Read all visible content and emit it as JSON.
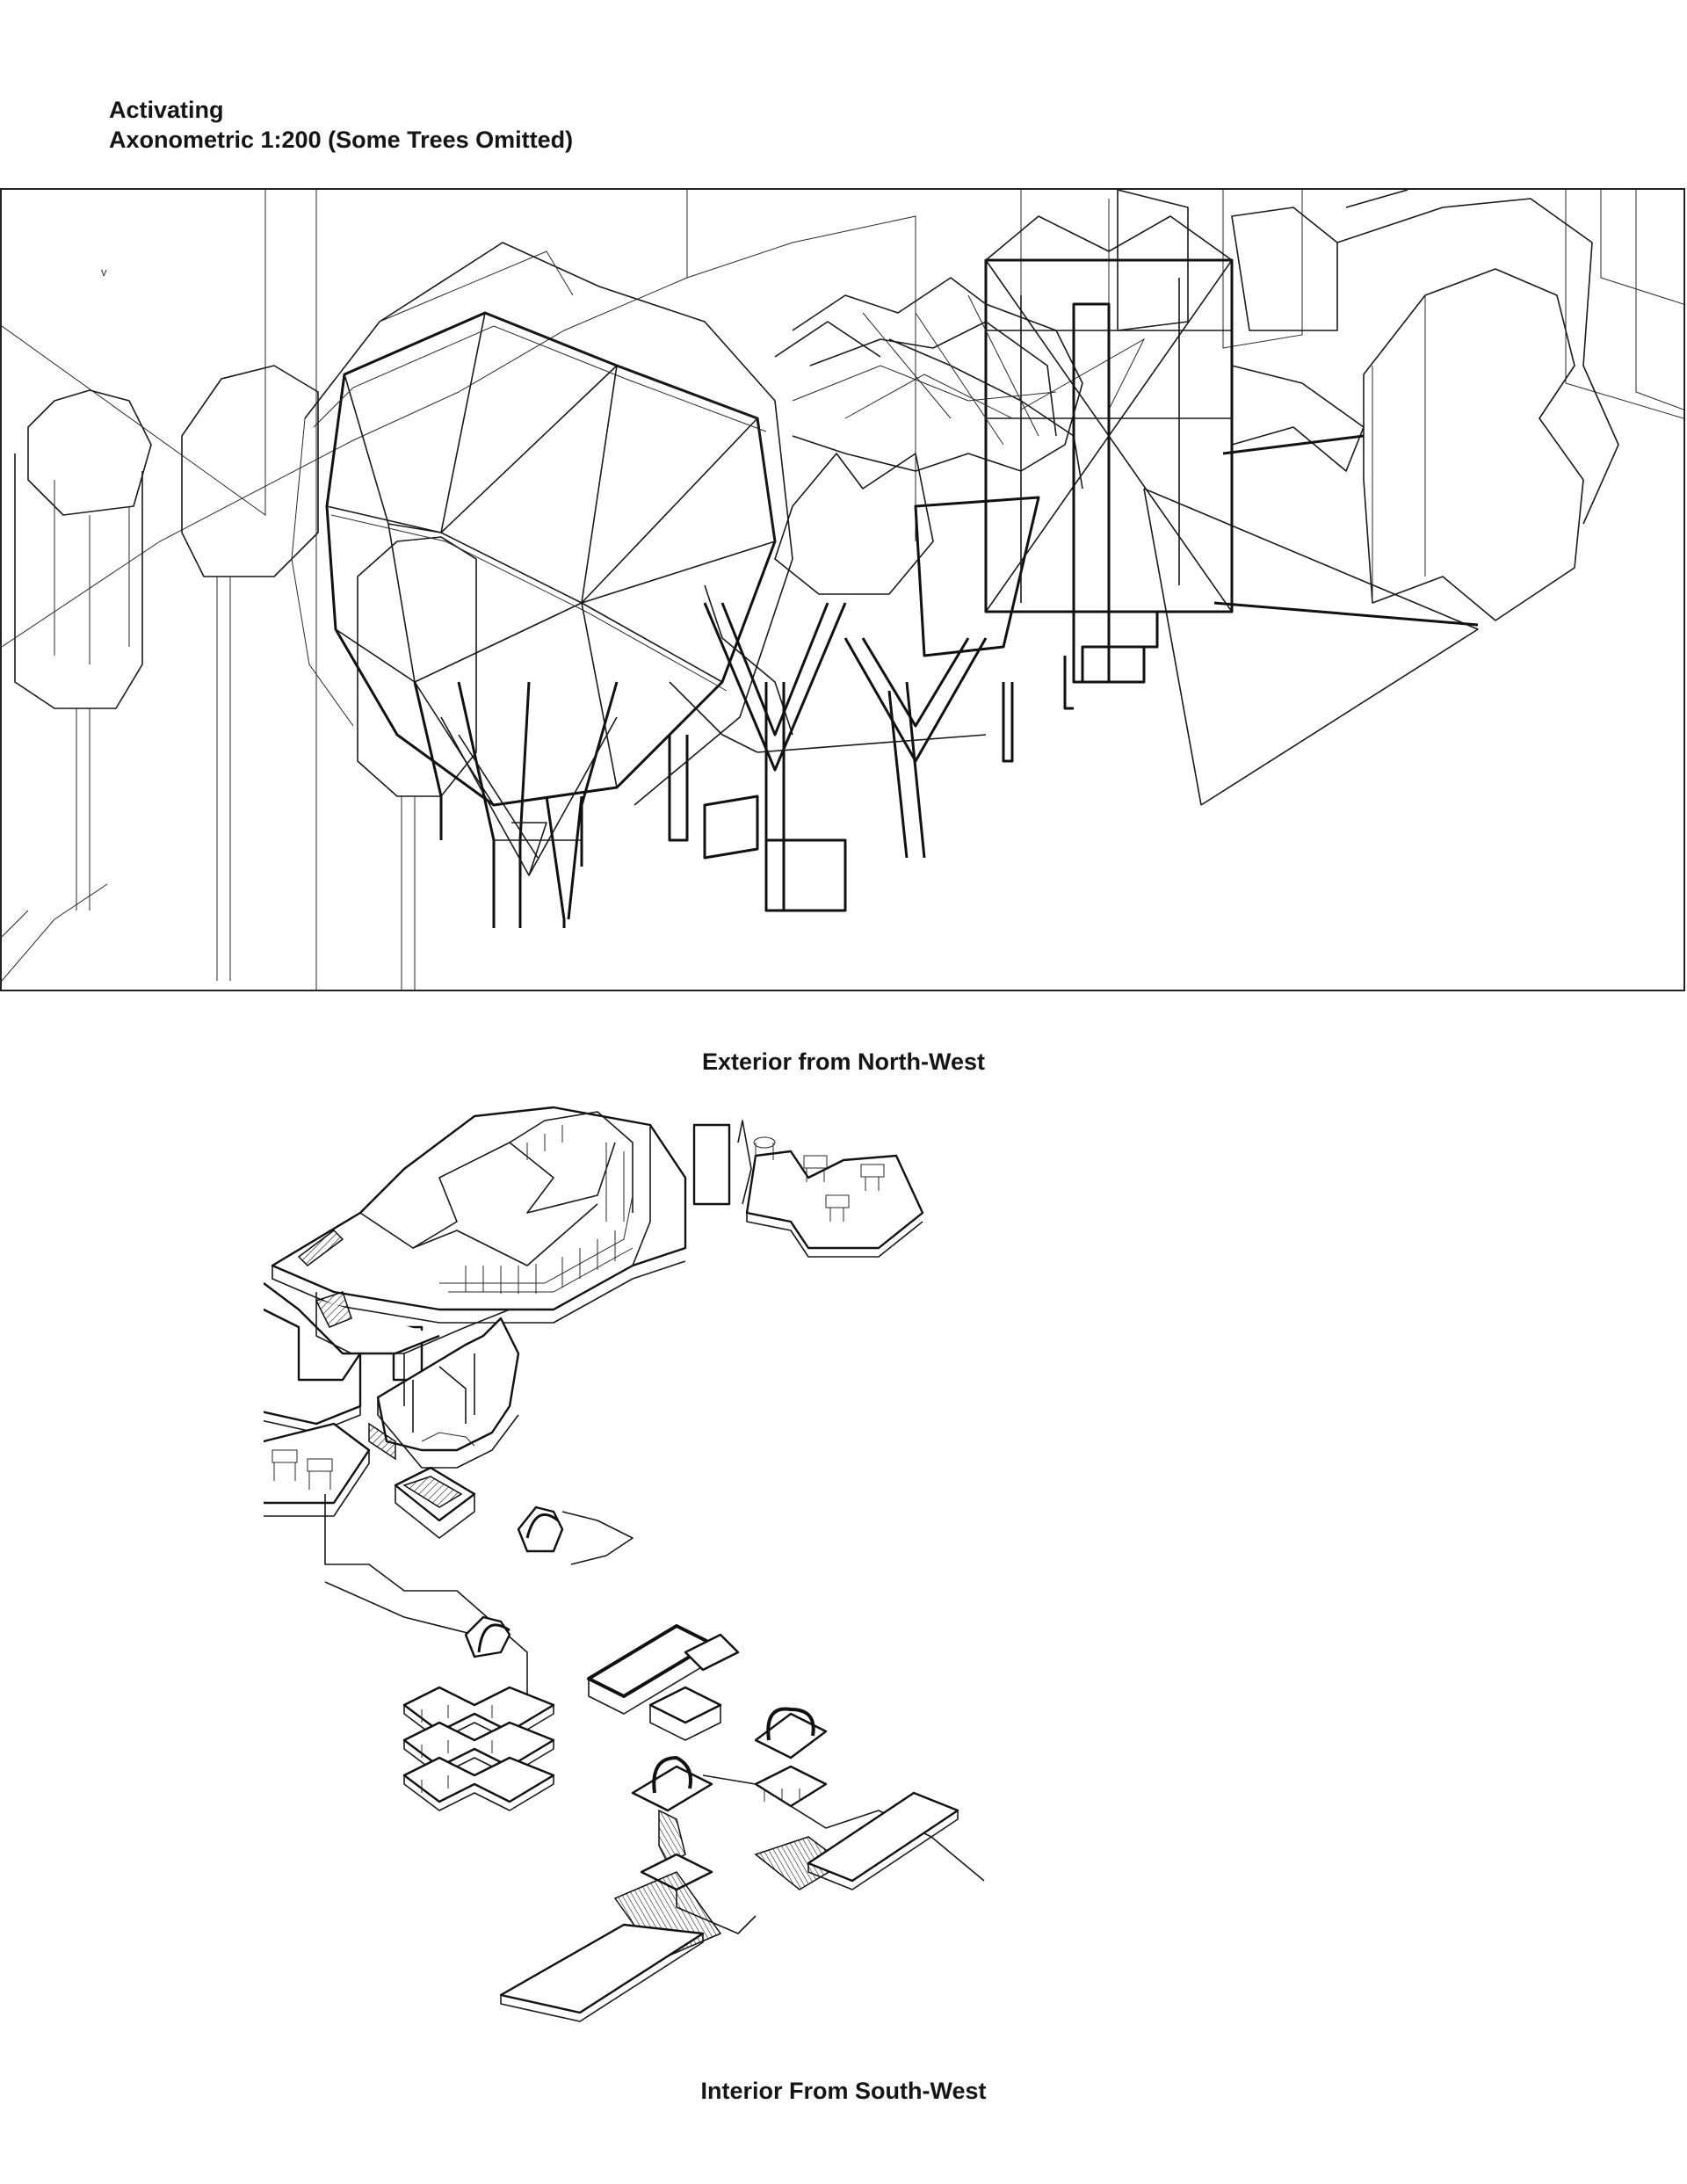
{
  "page": {
    "title_lines": [
      "Activating",
      "Axonometric 1:200 (Some Trees Omitted)"
    ],
    "background_color": "#ffffff",
    "ink_color": "#151515"
  },
  "figures": [
    {
      "id": "exterior",
      "caption": "Exterior from North-West",
      "framed": true,
      "annotation_marks": [
        "v"
      ],
      "depicts": [
        "geodesic sphere on branching columns",
        "lattice tower",
        "space-frame walkways",
        "prismatic trees"
      ]
    },
    {
      "id": "interior",
      "caption": "Interior From South-West",
      "framed": false,
      "depicts": [
        "auditorium with seating",
        "cafe platforms with tables and chairs",
        "stairs",
        "spiral stair",
        "stacked terraces",
        "entrance ramps"
      ]
    }
  ]
}
